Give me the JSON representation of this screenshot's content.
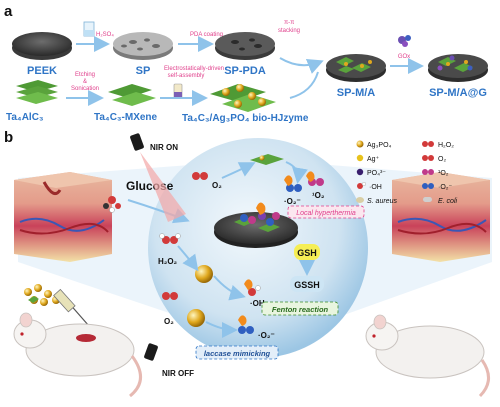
{
  "panel_a": {
    "label": "a",
    "peek": "PEEK",
    "sp": "SP",
    "sp_pda": "SP-PDA",
    "sp_ma": "SP-M/A",
    "sp_mag": "SP-M/A@G",
    "h2so4": "H₂SO₄",
    "pda_coating": "PDA coating",
    "pi_stacking_1": "π-π",
    "pi_stacking_2": "stacking",
    "gox": "GOx",
    "ta4alc3": "Ta₄AlC₃",
    "etching_1": "Etching",
    "etching_2": "&",
    "etching_3": "Sonication",
    "mxene": "Ta₄C₃-MXene",
    "electro_1": "Electrostatically-driven",
    "electro_2": "self-assembly",
    "hjzyme": "Ta₄C₃/Ag₃PO₄ bio-HJzyme"
  },
  "panel_b": {
    "label": "b",
    "nir_on": "NIR ON",
    "nir_off": "NIR OFF",
    "glucose": "Glucose",
    "o2_top": "O₂",
    "o2_bottom": "O₂",
    "h2o2": "H₂O₂",
    "o2_radical": "·O₂⁻",
    "singlet_o2": "¹O₂",
    "local_hyperthermia": "Local hyperthermia",
    "gsh": "GSH",
    "gssh": "GSSH",
    "oh_radical": "·OH",
    "fenton": "Fenton reaction",
    "o2_radical_bottom": "·O₂⁻",
    "laccase": "laccase mimicking"
  },
  "legend": {
    "ag3po4": "Ag₃PO₄",
    "h2o2": "H₂O₂",
    "ag_ion": "Ag⁺",
    "o2": "O₂",
    "po4": "PO₄³⁻",
    "singlet_o2": "¹O₂",
    "oh": "·OH",
    "superoxide": "·O₂⁻",
    "s_aureus": "S. aureus",
    "e_coli": "E. coli"
  },
  "colors": {
    "blue_label": "#2f75c6",
    "pink_label": "#e0408c",
    "arrow": "#8fc3ea",
    "sphere": "#cfe3f1",
    "green_sheet": "#5aa33c"
  }
}
